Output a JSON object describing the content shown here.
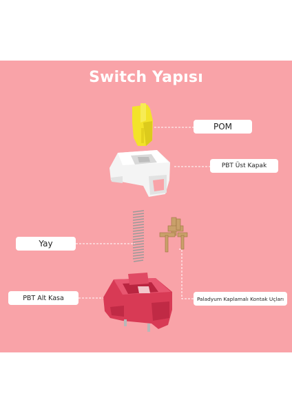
{
  "title": "Switch Yapısı",
  "labels": {
    "pom": "POM",
    "ust_kapak": "PBT Üst Kapak",
    "yay": "Yay",
    "alt_kasa": "PBT Alt Kasa",
    "kontak": "Paladyum Kaplamalı Kontak Uçları"
  },
  "colors": {
    "background": "#f9a3a8",
    "stem": "#f3e32a",
    "top_housing": "#f4f4f4",
    "bottom_housing": "#d83a55",
    "contact": "#c9a06a",
    "connector_line": "#ffffff"
  }
}
